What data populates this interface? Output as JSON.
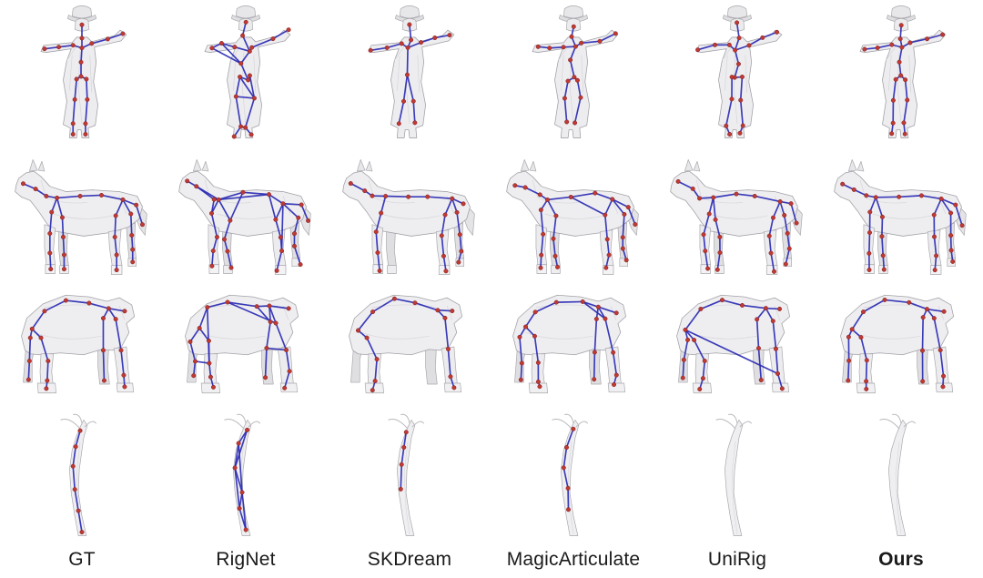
{
  "figure": {
    "description": "Qualitative comparison of predicted skeletons on four meshes",
    "columns": [
      {
        "label": "GT",
        "bold": false
      },
      {
        "label": "RigNet",
        "bold": false
      },
      {
        "label": "SKDream",
        "bold": false
      },
      {
        "label": "MagicArticulate",
        "bold": false
      },
      {
        "label": "UniRig",
        "bold": false
      },
      {
        "label": "Ours",
        "bold": true
      }
    ],
    "rows": [
      {
        "subject": "humanoid-figure",
        "key": "human"
      },
      {
        "subject": "horse",
        "key": "horse"
      },
      {
        "subject": "gorilla",
        "key": "gorilla"
      },
      {
        "subject": "sprout",
        "key": "sprout"
      }
    ],
    "colors": {
      "bone": "#2b2bb4",
      "joint": "#bf3a34",
      "joint_edge": "#7a1b1b",
      "mesh_fill": "#eeeef1",
      "mesh_far_fill": "#dfdfe2",
      "mesh_edge": "#a8a8ad",
      "background": "#ffffff"
    }
  }
}
